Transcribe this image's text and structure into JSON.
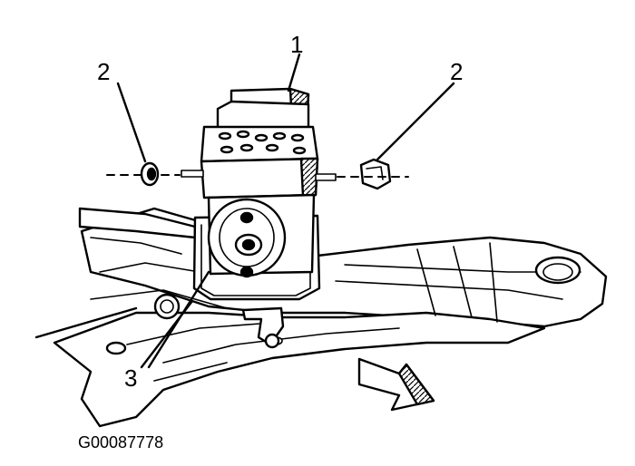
{
  "callouts": {
    "c1": "1",
    "c2_left": "2",
    "c2_right": "2",
    "c3": "3"
  },
  "caption": "G00087778"
}
